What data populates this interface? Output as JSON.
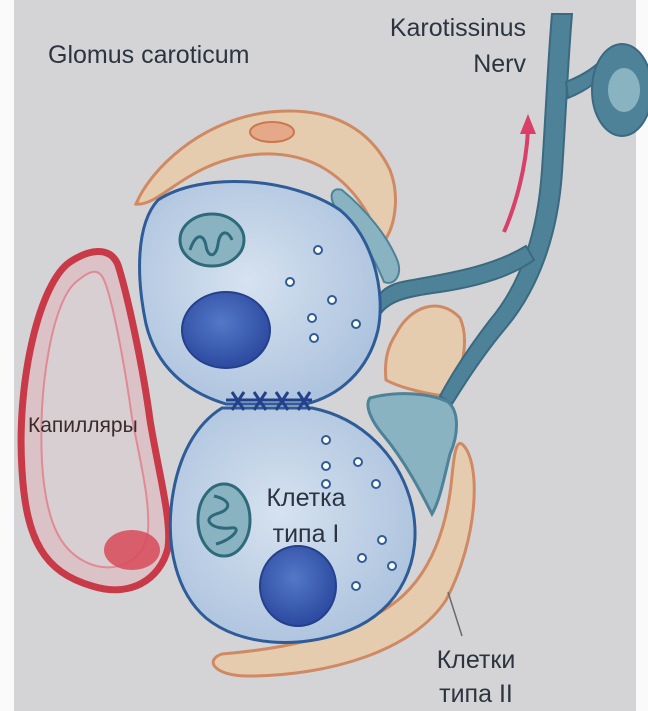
{
  "labels": {
    "glomus": "Glomus caroticum",
    "nerve_line1": "Karotissinus",
    "nerve_line2": "Nerv",
    "capillaries": "Капилляры",
    "type1_line1": "Клетка",
    "type1_line2": "типа I",
    "type2_line1": "Клетки",
    "type2_line2": "типа II"
  },
  "colors": {
    "background": "#d4d4d6",
    "cell_fill": "#c2d2e6",
    "cell_outline": "#2e5c98",
    "nucleus": "#3a5eb8",
    "nerve": "#4e8298",
    "nerve_light": "#8ab3c2",
    "support_fill": "#e6ccae",
    "support_outline": "#cf8a64",
    "capillary_outline": "#c83a48",
    "capillary_fill": "#e2a6ae",
    "arrow": "#d8406a"
  }
}
